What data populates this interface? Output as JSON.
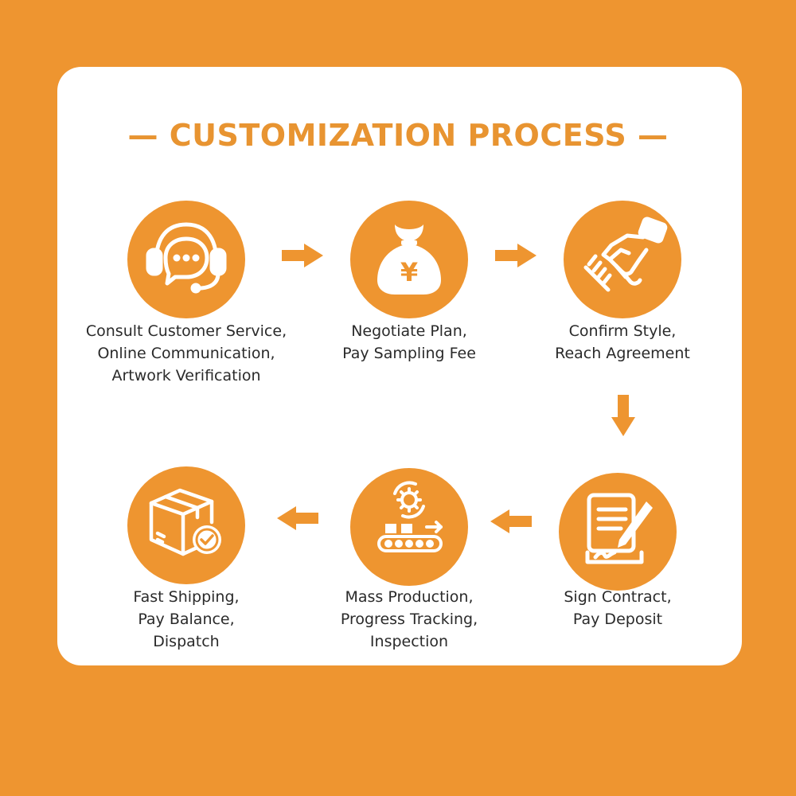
{
  "title": "— CUSTOMIZATION PROCESS —",
  "colors": {
    "background": "#EE9530",
    "accent": "#EE9530",
    "card": "#FFFFFF",
    "text": "#2A2A2A"
  },
  "steps": [
    {
      "icon": "customer-service-headset-icon",
      "lines": [
        "Consult Customer Service,",
        "Online Communication,",
        "Artwork Verification"
      ]
    },
    {
      "icon": "money-bag-yen-icon",
      "symbol": "¥",
      "lines": [
        "Negotiate Plan,",
        "Pay Sampling Fee"
      ]
    },
    {
      "icon": "handshake-icon",
      "lines": [
        "Confirm Style,",
        "Reach Agreement"
      ]
    },
    {
      "icon": "sign-contract-icon",
      "lines": [
        "Sign Contract,",
        "Pay Deposit"
      ]
    },
    {
      "icon": "mass-production-conveyor-icon",
      "lines": [
        "Mass Production,",
        "Progress Tracking,",
        "Inspection"
      ]
    },
    {
      "icon": "shipping-box-check-icon",
      "lines": [
        "Fast Shipping,",
        "Pay Balance,",
        "Dispatch"
      ]
    }
  ]
}
